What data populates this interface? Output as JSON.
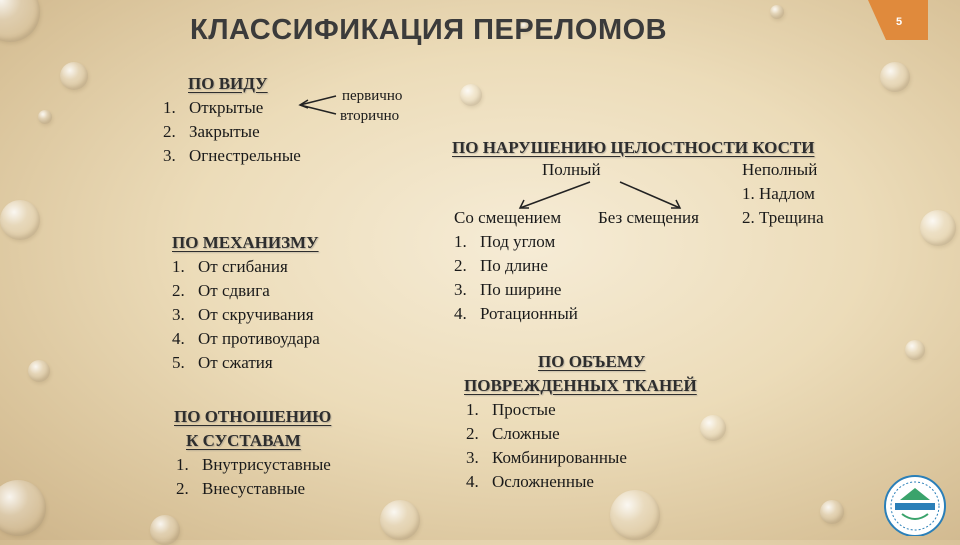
{
  "title": "КЛАССИФИКАЦИЯ ПЕРЕЛОМОВ",
  "slide_number": "5",
  "by_type": {
    "heading": "ПО ВИДУ",
    "items": [
      {
        "num": "1.",
        "text": "Открытые"
      },
      {
        "num": "2.",
        "text": "Закрытые"
      },
      {
        "num": "3.",
        "text": "Огнестрельные"
      }
    ],
    "primary": "первично",
    "secondary": "вторично"
  },
  "by_mechanism": {
    "heading": "ПО МЕХАНИЗМУ",
    "items": [
      {
        "num": "1.",
        "text": "От сгибания"
      },
      {
        "num": "2.",
        "text": "От сдвига"
      },
      {
        "num": "3.",
        "text": "От скручивания"
      },
      {
        "num": "4.",
        "text": "От противоудара"
      },
      {
        "num": "5.",
        "text": "От сжатия"
      }
    ]
  },
  "by_joint": {
    "heading_line1": "ПО ОТНОШЕНИЮ",
    "heading_line2": "К СУСТАВАМ",
    "items": [
      {
        "num": "1.",
        "text": "Внутрисуставные"
      },
      {
        "num": "2.",
        "text": "Внесуставные"
      }
    ]
  },
  "by_integrity": {
    "heading": "ПО НАРУШЕНИЮ ЦЕЛОСТНОСТИ КОСТИ",
    "complete": "Полный",
    "incomplete": "Неполный",
    "incomplete_items": [
      {
        "num": "1.",
        "text": "Надлом"
      },
      {
        "num": "2.",
        "text": "Трещина"
      }
    ],
    "displaced": "Со смещением",
    "not_displaced": "Без смещения",
    "displacement_items": [
      {
        "num": "1.",
        "text": "Под углом"
      },
      {
        "num": "2.",
        "text": "По длине"
      },
      {
        "num": "3.",
        "text": "По ширине"
      },
      {
        "num": "4.",
        "text": "Ротационный"
      }
    ]
  },
  "by_volume": {
    "heading_line1": "ПО ОБЪЕМУ",
    "heading_line2": "ПОВРЕЖДЕННЫХ ТКАНЕЙ",
    "items": [
      {
        "num": "1.",
        "text": "Простые"
      },
      {
        "num": "2.",
        "text": "Сложные"
      },
      {
        "num": "3.",
        "text": "Комбинированные"
      },
      {
        "num": "4.",
        "text": "Осложненные"
      }
    ]
  },
  "colors": {
    "title": "#3b3b3b",
    "badge": "#e08a3c"
  },
  "logo_icon": "university-emblem-icon"
}
